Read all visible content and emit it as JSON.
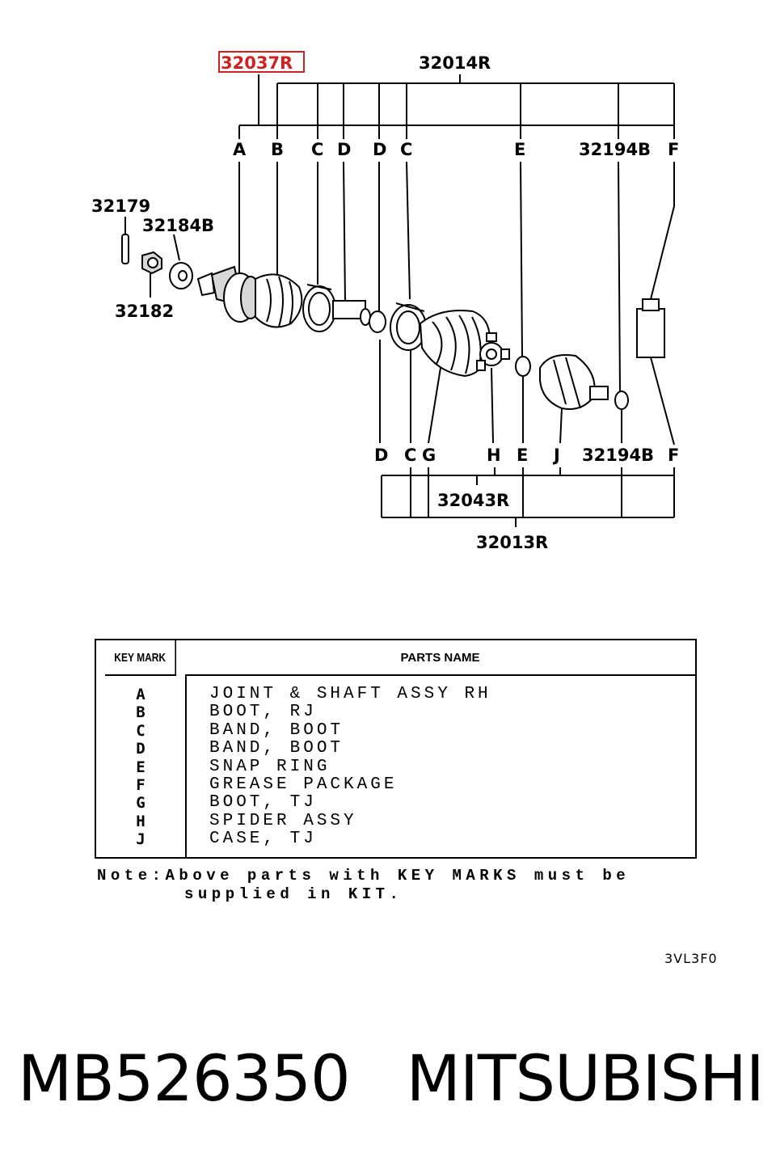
{
  "diagram": {
    "highlighted_part": "32037R",
    "part_numbers": {
      "p32014R": "32014R",
      "p32194B_top": "32194B",
      "p32179": "32179",
      "p32184B": "32184B",
      "p32182": "32182",
      "p32194B_bottom": "32194B",
      "p32043R": "32043R",
      "p32013R": "32013R"
    },
    "top_keys": [
      "A",
      "B",
      "C",
      "D",
      "D",
      "C",
      "E",
      "F"
    ],
    "bottom_keys": [
      "D",
      "C",
      "G",
      "H",
      "E",
      "J",
      "F"
    ]
  },
  "table": {
    "header_key": "KEY MARK",
    "header_name": "PARTS NAME",
    "rows": [
      {
        "key": "A",
        "name": "JOINT & SHAFT ASSY RH"
      },
      {
        "key": "B",
        "name": "BOOT, RJ"
      },
      {
        "key": "C",
        "name": "BAND, BOOT"
      },
      {
        "key": "D",
        "name": "BAND, BOOT"
      },
      {
        "key": "E",
        "name": "SNAP RING"
      },
      {
        "key": "F",
        "name": "GREASE PACKAGE"
      },
      {
        "key": "G",
        "name": "BOOT, TJ"
      },
      {
        "key": "H",
        "name": "SPIDER ASSY"
      },
      {
        "key": "J",
        "name": "CASE, TJ"
      }
    ]
  },
  "note_line1": "Note:Above parts with KEY MARKS must be",
  "note_line2": "supplied in KIT.",
  "diagram_code": "3VL3F0",
  "footer": {
    "part_number": "MB526350",
    "brand": "MITSUBISHI"
  },
  "colors": {
    "highlight": "#cc2222",
    "ink": "#000000"
  }
}
